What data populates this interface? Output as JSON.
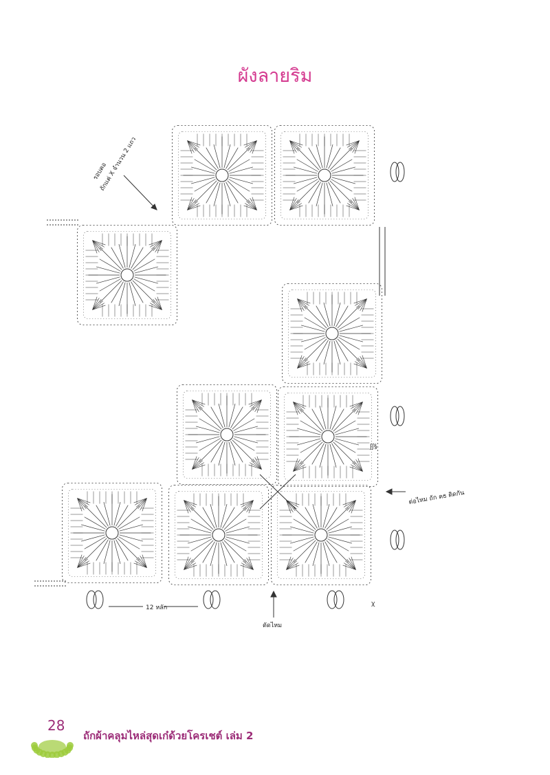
{
  "page": {
    "title": "ผังลายริม",
    "page_number": "28",
    "book_title": "ถักผ้าคลุมไหล่สุดเก๋ด้วยโครเชต์ เล่ม 2"
  },
  "annotations": {
    "border_line1": "รอบคอ",
    "border_line2": "ถักแค่ X จำนวน 2 แถว",
    "join_note": "ต่อไหม ถัก คธ ติดกัน",
    "stitch_count": "12 หลัก",
    "cut_yarn": "ตัดไหม"
  },
  "colors": {
    "title": "#d4398f",
    "footer_text": "#9c2d78",
    "ornament": "#9ccb3b",
    "ink": "#333333"
  }
}
